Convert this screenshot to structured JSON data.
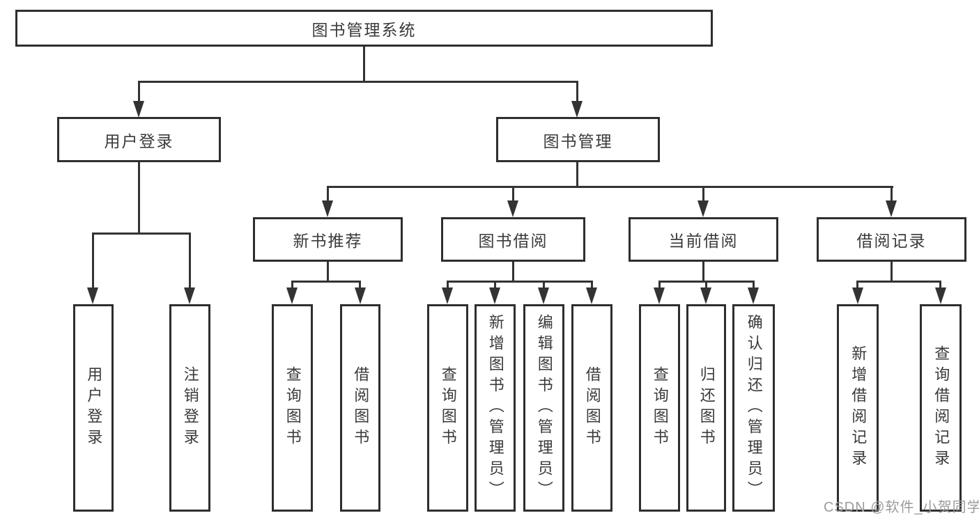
{
  "tree": {
    "label": "图书管理系统",
    "children": [
      {
        "label": "用户登录",
        "children": [
          {
            "label": "用户登录"
          },
          {
            "label": "注销登录"
          }
        ]
      },
      {
        "label": "图书管理",
        "children": [
          {
            "label": "新书推荐",
            "children": [
              {
                "label": "查询图书"
              },
              {
                "label": "借阅图书"
              }
            ]
          },
          {
            "label": "图书借阅",
            "children": [
              {
                "label": "查询图书"
              },
              {
                "label": "新增图书（管理员）"
              },
              {
                "label": "编辑图书（管理员）"
              },
              {
                "label": "借阅图书"
              }
            ]
          },
          {
            "label": "当前借阅",
            "children": [
              {
                "label": "查询图书"
              },
              {
                "label": "归还图书"
              },
              {
                "label": "确认归还（管理员）"
              }
            ]
          },
          {
            "label": "借阅记录",
            "children": [
              {
                "label": "新增借阅记录"
              },
              {
                "label": "查询借阅记录"
              }
            ]
          }
        ]
      }
    ]
  },
  "watermark": {
    "text": "CSDN @软件_小贺同学",
    "color": "#9b9b9b"
  },
  "colors": {
    "line": "#333333",
    "border": "#2e2e2e",
    "text": "#3a3a3a",
    "background": "#ffffff"
  }
}
